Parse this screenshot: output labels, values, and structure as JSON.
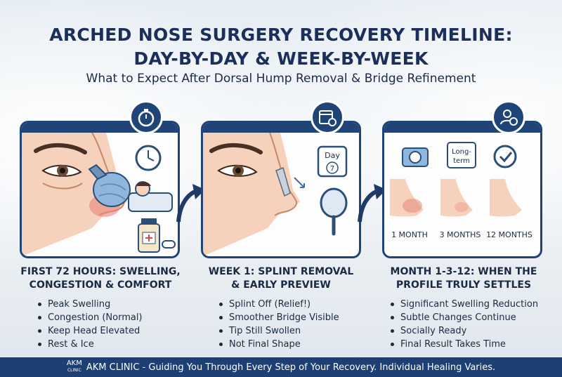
{
  "header": {
    "title_line1": "ARCHED NOSE SURGERY RECOVERY TIMELINE:",
    "title_line2": "DAY-BY-DAY & WEEK-BY-WEEK",
    "subtitle": "What to Expect After Dorsal Hump Removal & Bridge Refinement"
  },
  "panels": [
    {
      "badge_icon": "stopwatch-icon",
      "title_line1": "FIRST 72 HOURS: SWELLING,",
      "title_line2": "CONGESTION & COMFORT",
      "items": [
        "Peak Swelling",
        "Congestion (Normal)",
        "Keep Head Elevated",
        "Rest & Ice"
      ]
    },
    {
      "badge_icon": "calendar-clock-icon",
      "day_label": "Day",
      "day_number": "7",
      "title_line1": "WEEK 1: SPLINT REMOVAL",
      "title_line2": "& EARLY PREVIEW",
      "items": [
        "Splint Off (Relief!)",
        "Smoother Bridge Visible",
        "Tip Still Swollen",
        "Not Final Shape"
      ]
    },
    {
      "badge_icon": "user-check-icon",
      "longterm_label_1": "Long-",
      "longterm_label_2": "term",
      "months": [
        "1 MONTH",
        "3 MONTHS",
        "12 MONTHS"
      ],
      "title_line1": "MONTH 1-3-12: WHEN THE",
      "title_line2": "PROFILE TRULY SETTLES",
      "items": [
        "Significant Swelling Reduction",
        "Subtle Changes Continue",
        "Socially Ready",
        "Final Result Takes Time"
      ]
    }
  ],
  "footer": {
    "logo_top": "AKM",
    "logo_bottom": "CLINIC",
    "text": "AKM CLINIC - Guiding You Through Every Step of Your Recovery. Individual Healing Varies."
  },
  "colors": {
    "navy": "#1f4477",
    "skin": "#f6d2bd",
    "redness": "#e8857a",
    "ice_pack": "#8fb6dc"
  }
}
